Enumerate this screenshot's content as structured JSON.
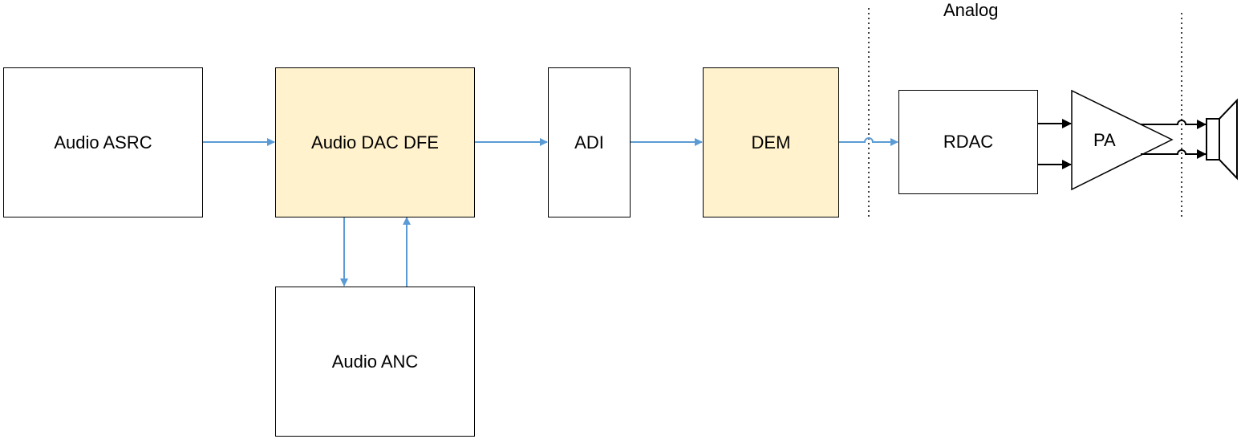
{
  "region_label": "Analog",
  "blocks": {
    "asrc": "Audio ASRC",
    "dac_dfe": "Audio DAC DFE",
    "adi": "ADI",
    "dem": "DEM",
    "anc": "Audio ANC",
    "rdac": "RDAC",
    "pa": "PA"
  },
  "colors": {
    "highlight_fill": "#fff2cc",
    "digital_arrow": "#5b9bd5",
    "analog_arrow": "#000000"
  },
  "icons": [
    "speaker-icon"
  ]
}
